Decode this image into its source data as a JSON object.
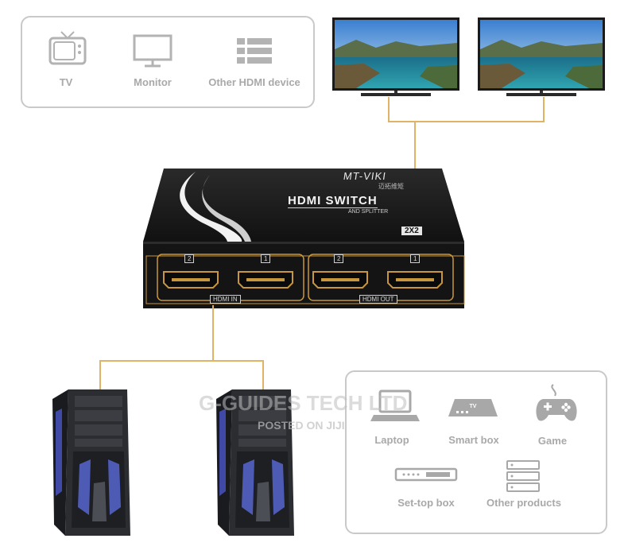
{
  "source_devices": {
    "tv": "TV",
    "monitor": "Monitor",
    "other": "Other HDMI device"
  },
  "switch": {
    "brand": "MT-VIKI",
    "brand_cn": "迈拓维矩",
    "title": "HDMI SWITCH",
    "subtitle": "AND SPLITTER",
    "badge": "2X2",
    "in_label": "HDMI IN",
    "out_label": "HDMI OUT",
    "port_numbers": [
      "2",
      "1",
      "2",
      "1"
    ]
  },
  "sink_devices": {
    "laptop": "Laptop",
    "smartbox": "Smart box",
    "game": "Game",
    "settop": "Set-top box",
    "other": "Other products"
  },
  "watermark": {
    "line1": "G-GUIDES TECH LTD",
    "line2": "POSTED ON JIJI"
  },
  "colors": {
    "wire": "#e0b464",
    "label_gray": "#a9a9a9",
    "device_black": "#1c1c1c",
    "accent_gold": "#c8963c"
  }
}
